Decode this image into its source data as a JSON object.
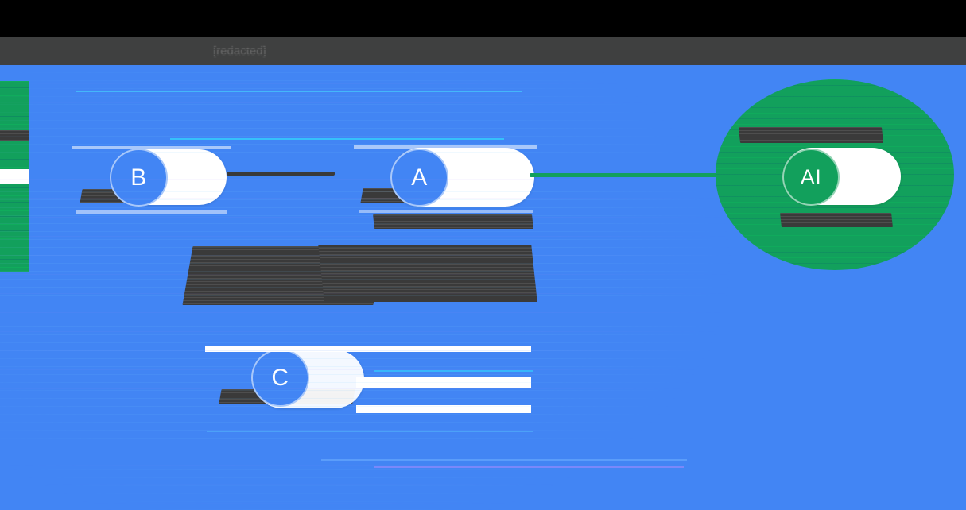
{
  "window": {
    "title": "[redacted]",
    "titlebar_color": "#3f4040",
    "top_strip_color": "#000000"
  },
  "canvas": {
    "background_color": "#4285f4",
    "accent_blue": "#4285f4",
    "accent_green": "#12a05c",
    "redaction_color": "#3a3a3a",
    "node_text_color": "#ffffff"
  },
  "nodes": [
    {
      "id": "node-b",
      "label": "B",
      "color": "#4285f4",
      "kind": "blue-circle",
      "caption": "[redacted]",
      "caption_below": ""
    },
    {
      "id": "node-a",
      "label": "A",
      "color": "#4285f4",
      "kind": "blue-circle",
      "caption": "[redacted]",
      "caption_below": "[redacted]"
    },
    {
      "id": "node-c",
      "label": "C",
      "color": "#4285f4",
      "kind": "blue-circle",
      "caption": "[redacted]",
      "caption_below": ""
    },
    {
      "id": "node-ai",
      "label": "AI",
      "color": "#12a05c",
      "kind": "green-circle",
      "caption": "[redacted]",
      "caption_below": "[redacted]"
    }
  ],
  "edges": [
    {
      "id": "edge-b-a",
      "from": "node-b",
      "to": "node-a",
      "color": "#3a3a3a"
    },
    {
      "id": "edge-a-ai",
      "from": "node-a",
      "to": "node-ai",
      "color": "#12a05c"
    }
  ],
  "annotations": {
    "center_block": "[redacted]",
    "left_cluster": "[redacted]"
  }
}
